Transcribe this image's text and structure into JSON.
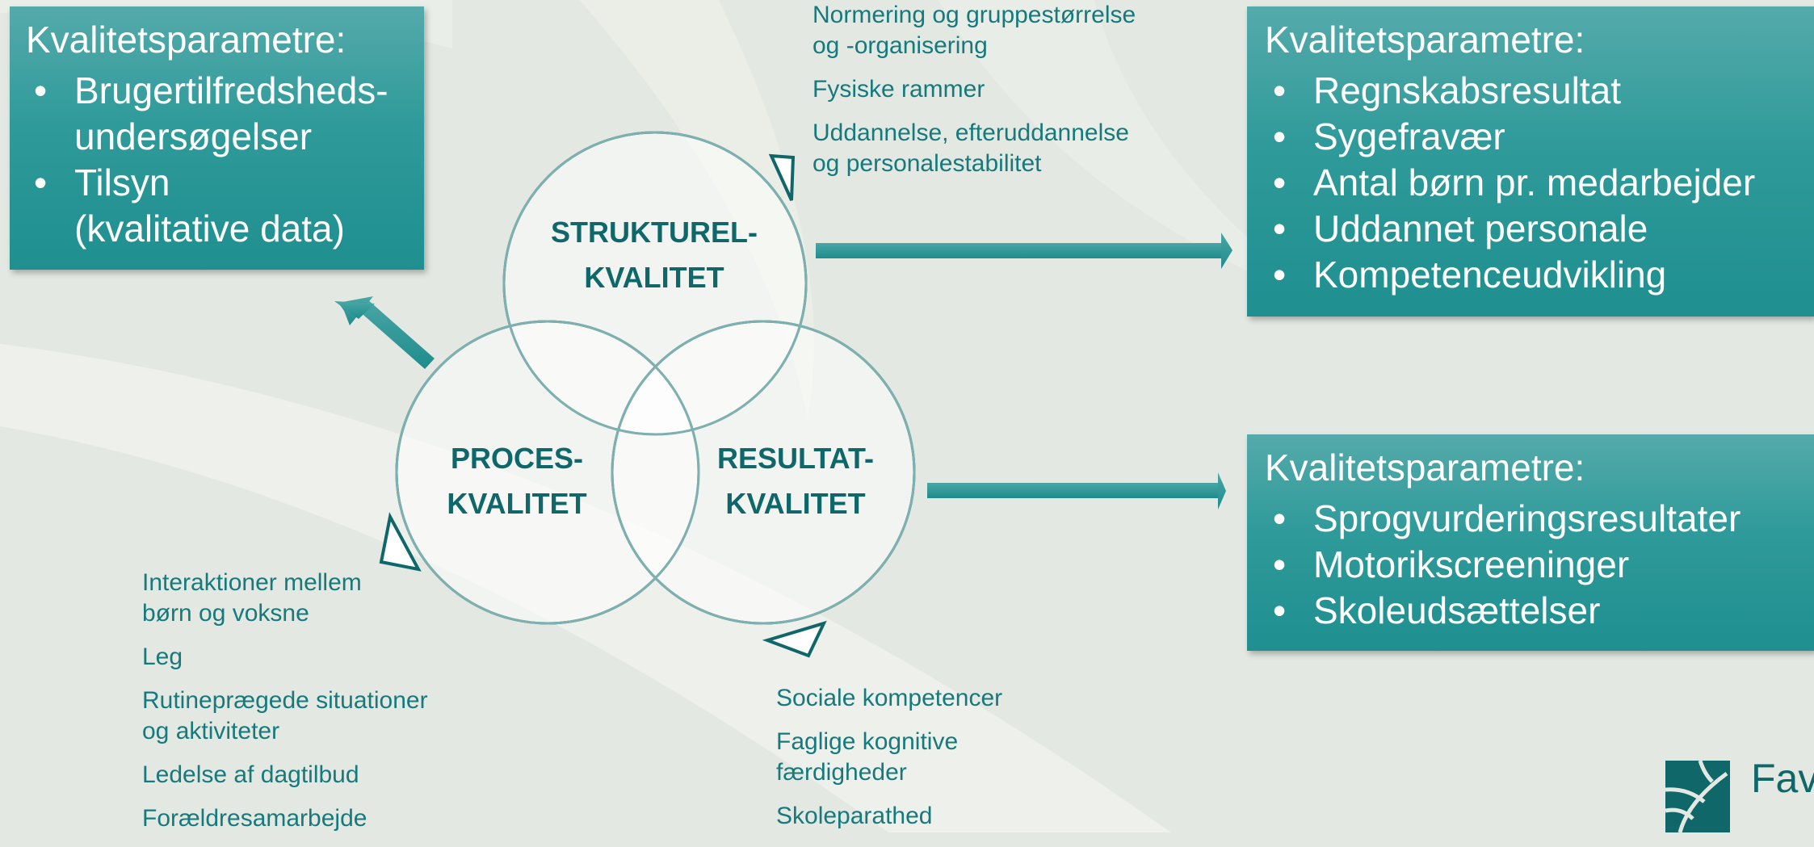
{
  "colors": {
    "teal_dark": "#0f6769",
    "teal": "#2a9898",
    "text_teal": "#167a7c",
    "background": "#e4e8e2"
  },
  "boxes": {
    "left": {
      "title": "Kvalitetsparametre:",
      "items": [
        {
          "lines": [
            "Brugertilfredsheds-",
            "undersøgelser"
          ]
        },
        {
          "lines": [
            "Tilsyn",
            "(kvalitative data)"
          ]
        }
      ]
    },
    "top_right": {
      "title": "Kvalitetsparametre:",
      "items": [
        "Regnskabsresultat",
        "Sygefravær",
        "Antal børn pr. medarbejder",
        "Uddannet personale",
        "Kompetenceudvikling"
      ]
    },
    "bottom_right": {
      "title": "Kvalitetsparametre:",
      "items": [
        "Sprogvurderingsresultater",
        "Motorikscreeninger",
        "Skoleudsættelser"
      ]
    }
  },
  "circles": {
    "struktur": {
      "line1": "STRUKTUREL-",
      "line2": "KVALITET"
    },
    "proces": {
      "line1": "PROCES-",
      "line2": "KVALITET"
    },
    "resultat": {
      "line1": "RESULTAT-",
      "line2": "KVALITET"
    }
  },
  "annotations": {
    "struktur": [
      {
        "lines": [
          "Normering og gruppestørrelse",
          "og -organisering"
        ]
      },
      {
        "lines": [
          "Fysiske rammer"
        ]
      },
      {
        "lines": [
          "Uddannelse, efteruddannelse",
          "og personalestabilitet"
        ]
      }
    ],
    "proces": [
      {
        "lines": [
          "Interaktioner mellem",
          "børn og voksne"
        ]
      },
      {
        "lines": [
          "Leg"
        ]
      },
      {
        "lines": [
          "Rutineprægede situationer",
          "og aktiviteter"
        ]
      },
      {
        "lines": [
          "Ledelse af dagtilbud"
        ]
      },
      {
        "lines": [
          "Forældresamarbejde"
        ]
      }
    ],
    "resultat": [
      {
        "lines": [
          "Sociale kompetencer"
        ]
      },
      {
        "lines": [
          "Faglige kognitive",
          "færdigheder"
        ]
      },
      {
        "lines": [
          "Skoleparathed"
        ]
      }
    ]
  },
  "logo": {
    "text_partial": "Favr",
    "icon": "tree-logo-icon"
  }
}
